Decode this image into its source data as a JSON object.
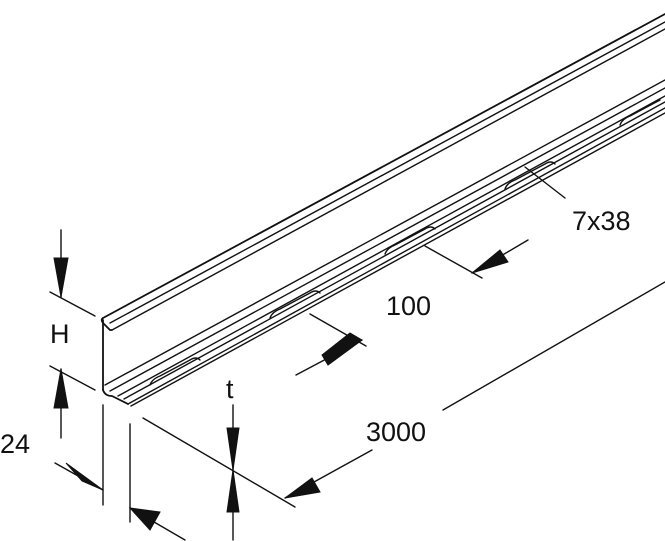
{
  "drawing": {
    "subject": "perforated wall angle profile (L-profile with lip)",
    "colors": {
      "line": "#111111",
      "background": "#ffffff"
    }
  },
  "dimensions": {
    "height_label": "H",
    "width_label": "24",
    "thickness_label": "t",
    "slot_pitch_label": "100",
    "slot_size_label": "7x38",
    "length_label": "3000"
  }
}
